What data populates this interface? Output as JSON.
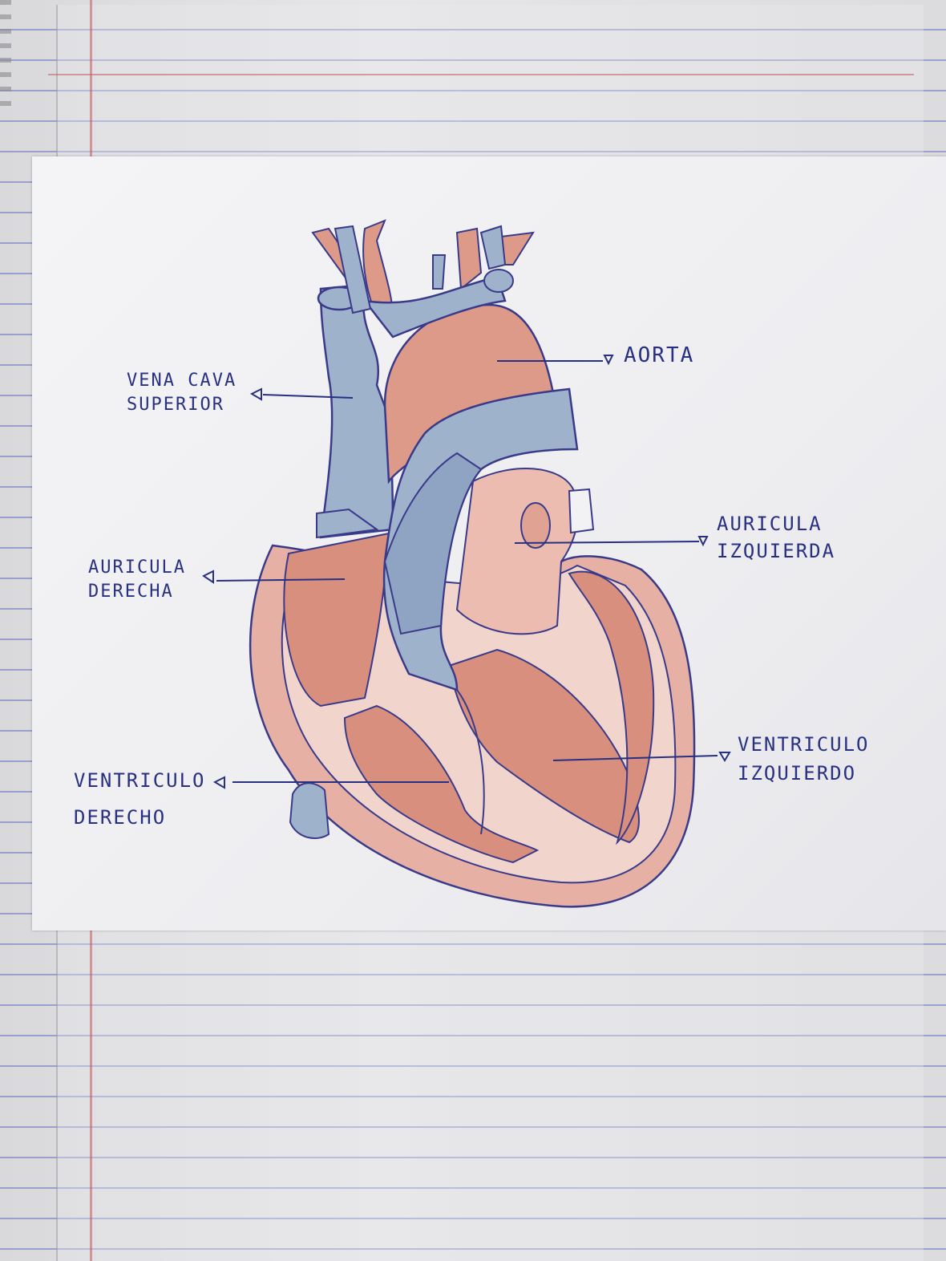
{
  "labels": {
    "aorta": [
      "AORTA"
    ],
    "vena_cava_superior": [
      "VENA CAVA",
      "SUPERIOR"
    ],
    "auricula_izquierda": [
      "AURICULA",
      "IZQUIERDA"
    ],
    "auricula_derecha": [
      "AURICULA",
      "DERECHA"
    ],
    "ventriculo_izquierdo": [
      "VENTRICULO",
      "IZQUIERDO"
    ],
    "ventriculo_derecho": [
      "VENTRICULO",
      "DERECHO"
    ]
  },
  "colors": {
    "ink": "#283081",
    "red_pencil": "#d88e7e",
    "blue_pencil": "#8fa4c2",
    "paper": "#f2f2f4",
    "ruled_line": "#6270be",
    "margin_red": "#c85a5a"
  }
}
